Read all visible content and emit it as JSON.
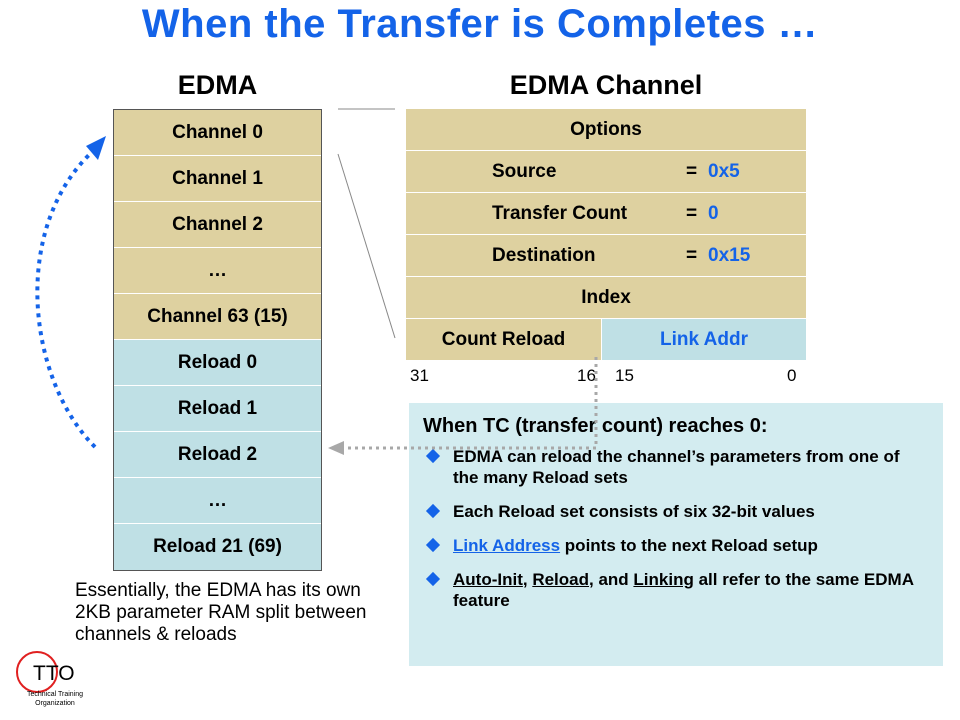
{
  "title": "When the Transfer is Completes …",
  "edma": {
    "heading": "EDMA",
    "channels": [
      "Channel 0",
      "Channel 1",
      "Channel 2",
      "…",
      "Channel 63 (15)"
    ],
    "reloads": [
      "Reload 0",
      "Reload 1",
      "Reload 2",
      "…",
      "Reload 21 (69)"
    ]
  },
  "channel": {
    "heading": "EDMA Channel",
    "options": "Options",
    "source_label": "Source",
    "source_value": "0x5",
    "count_label": "Transfer Count",
    "count_value": "0",
    "dest_label": "Destination",
    "dest_value": "0x15",
    "equals": "=",
    "index": "Index",
    "count_reload": "Count Reload",
    "link_addr": "Link Addr",
    "bits": [
      "31",
      "16",
      "15",
      "0"
    ]
  },
  "note": {
    "heading": "When TC (transfer count) reaches 0:",
    "b1": "EDMA can reload the channel’s parameters from one of the many Reload sets",
    "b2": "Each Reload set consists of six 32-bit values",
    "b3_link": "Link Address",
    "b3_rest": " points to the next Reload setup",
    "b4_a": "Auto-Init",
    "b4_sep1": ", ",
    "b4_b": "Reload",
    "b4_sep2": ", and ",
    "b4_c": "Linking",
    "b4_rest": " all refer to the same EDMA feature"
  },
  "essay": "Essentially, the EDMA has its own 2KB parameter RAM split between channels & reloads",
  "logo": {
    "name": "TTO",
    "line1": "Technical Training",
    "line2": "Organization"
  },
  "colors": {
    "accent": "#1463e8",
    "tan": "#ded1a0",
    "teal": "#bfe0e5",
    "panel": "#d3ecf0"
  }
}
